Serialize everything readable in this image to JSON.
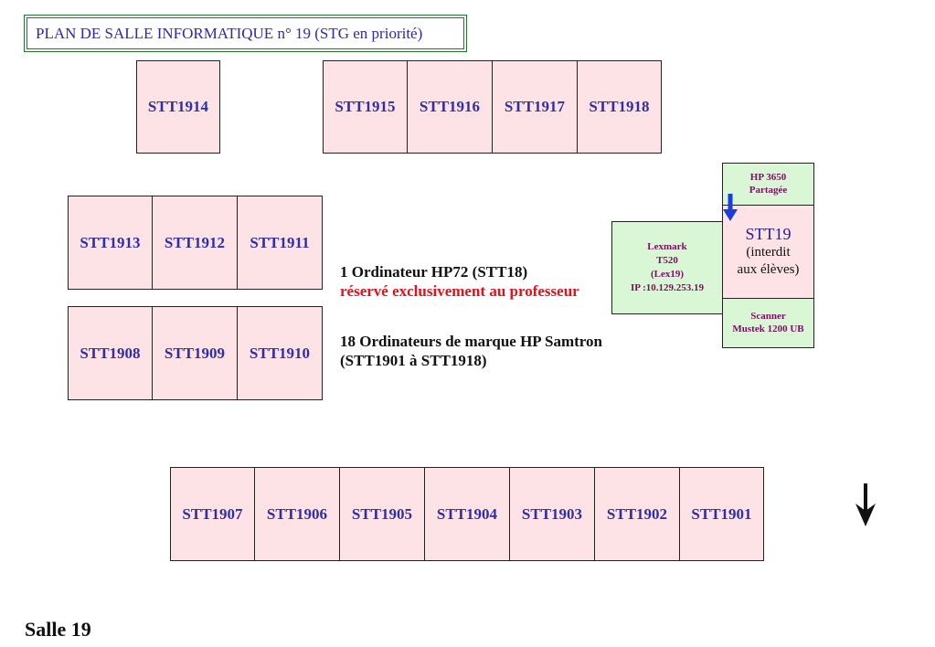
{
  "title": "PLAN DE SALLE INFORMATIQUE n° 19 (STG en priorité)",
  "desks": {
    "d1914": "STT1914",
    "d1915": "STT1915",
    "d1916": "STT1916",
    "d1917": "STT1917",
    "d1918": "STT1918",
    "d1913": "STT1913",
    "d1912": "STT1912",
    "d1911": "STT1911",
    "d1908": "STT1908",
    "d1909": "STT1909",
    "d1910": "STT1910",
    "d1907": "STT1907",
    "d1906": "STT1906",
    "d1905": "STT1905",
    "d1904": "STT1904",
    "d1903": "STT1903",
    "d1902": "STT1902",
    "d1901": "STT1901"
  },
  "printer_shared": {
    "line1": "HP 3650",
    "line2": "Partagée"
  },
  "printer_lexmark": {
    "line1": "Lexmark",
    "line2": "T520",
    "line3": "(Lex19)",
    "line4": "IP :10.129.253.19"
  },
  "scanner": {
    "line1": "Scanner",
    "line2": "Mustek 1200 UB"
  },
  "teacher_station": {
    "name": "STT19",
    "line2": "(interdit",
    "line3": "aux élèves)"
  },
  "notes": {
    "teacher_line1": "1 Ordinateur HP72 (STT18)",
    "teacher_line2": "réservé exclusivement au professeur",
    "students_line1": "18 Ordinateurs de marque HP Samtron",
    "students_line2": "(STT1901 à STT1918)"
  },
  "room_label": "Salle 19",
  "colors": {
    "desk_fill": "#fde3e5",
    "peripheral_fill": "#d9f7d4",
    "label_blue": "#2e2ea8",
    "peripheral_text": "#7a1063",
    "warning_red": "#e0121a",
    "title_border": "#1c7a2c",
    "arrow_blue": "#1a3ddb"
  },
  "icons": [
    "entrance-arrow-icon",
    "door-arrow-icon"
  ]
}
